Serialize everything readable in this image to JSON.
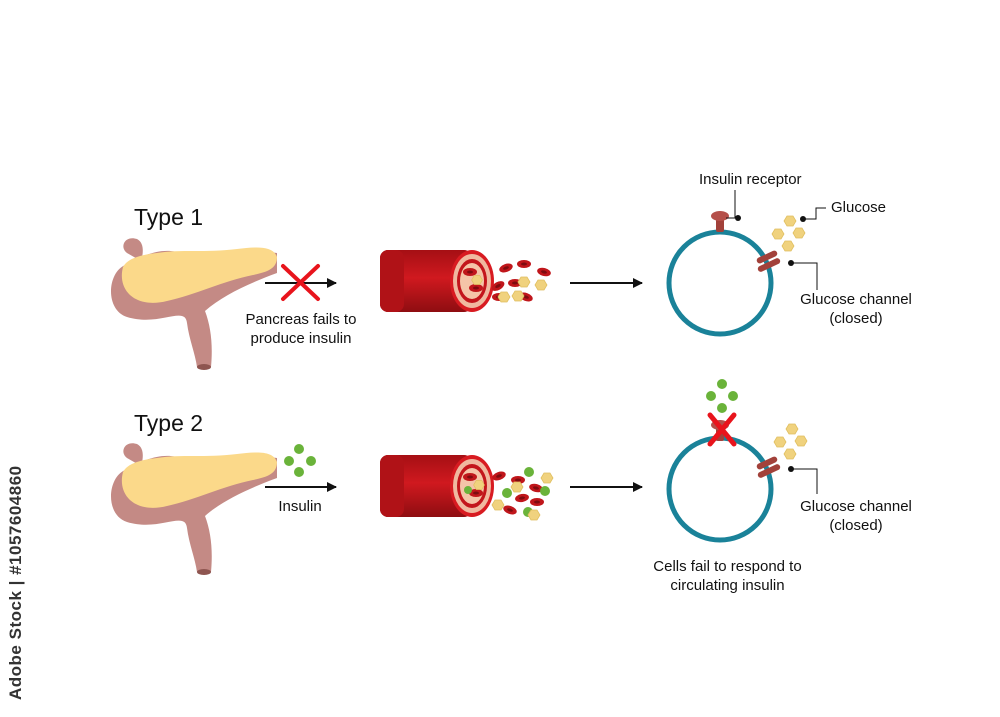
{
  "rows": {
    "type1": {
      "title": "Type 1",
      "arrow_caption_line1": "Pancreas fails to",
      "arrow_caption_line2": "produce insulin"
    },
    "type2": {
      "title": "Type 2",
      "arrow_caption": "Insulin",
      "cell_caption_line1": "Cells fail to respond to",
      "cell_caption_line2": "circulating insulin"
    }
  },
  "labels": {
    "insulin_receptor": "Insulin receptor",
    "glucose": "Glucose",
    "glucose_channel_line1": "Glucose channel",
    "glucose_channel_line2": "(closed)"
  },
  "stock_text": "Adobe Stock | #1057604860",
  "colors": {
    "pancreas_body": "#fbd98a",
    "pancreas_duct": "#c48a85",
    "vessel_red": "#c3161c",
    "vessel_dark": "#8b0e12",
    "vessel_lumen": "#f5c4a8",
    "blood_cell": "#c0161b",
    "glucose": "#f0d27e",
    "insulin": "#6ab33a",
    "cell_membrane": "#1a8299",
    "receptor": "#a2413a",
    "cross": "#e8141c"
  }
}
